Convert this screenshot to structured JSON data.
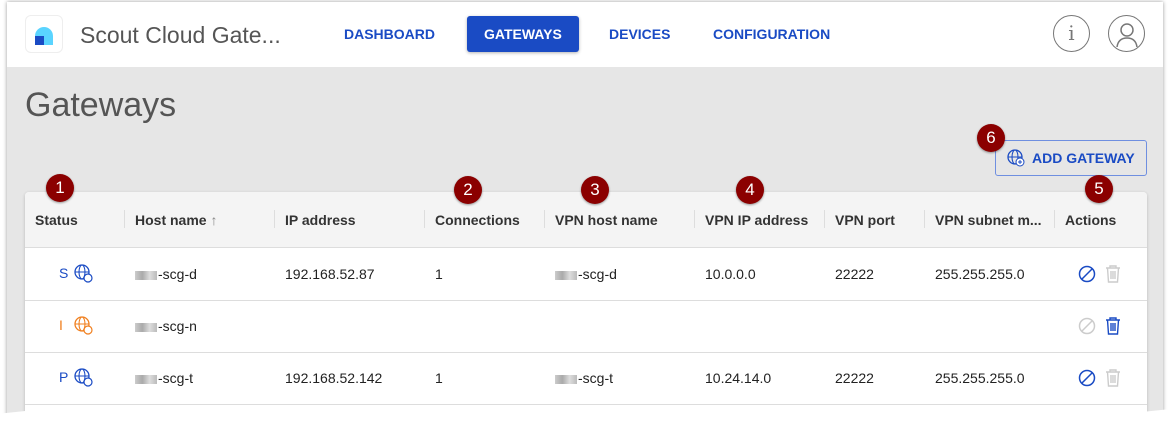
{
  "app": {
    "title": "Scout Cloud Gate..."
  },
  "nav": [
    {
      "label": "DASHBOARD"
    },
    {
      "label": "GATEWAYS"
    },
    {
      "label": "DEVICES"
    },
    {
      "label": "CONFIGURATION"
    }
  ],
  "header_icons": {
    "info": "i"
  },
  "page": {
    "title": "Gateways",
    "add_button": "ADD GATEWAY"
  },
  "badges": [
    "1",
    "2",
    "3",
    "4",
    "5",
    "6"
  ],
  "columns": [
    "Status",
    "Host name",
    "IP address",
    "Connections",
    "VPN host name",
    "VPN IP address",
    "VPN port",
    "VPN subnet m...",
    "Actions"
  ],
  "rows": [
    {
      "status": "S",
      "host": "-scg-d",
      "ip": "192.168.52.87",
      "connections": "1",
      "vpn_host": "-scg-d",
      "vpn_ip": "10.0.0.0",
      "vpn_port": "22222",
      "vpn_subnet": "255.255.255.0"
    },
    {
      "status": "I",
      "host": "-scg-n",
      "ip": "",
      "connections": "",
      "vpn_host": "",
      "vpn_ip": "",
      "vpn_port": "",
      "vpn_subnet": ""
    },
    {
      "status": "P",
      "host": "-scg-t",
      "ip": "192.168.52.142",
      "connections": "1",
      "vpn_host": "-scg-t",
      "vpn_ip": "10.24.14.0",
      "vpn_port": "22222",
      "vpn_subnet": "255.255.255.0"
    }
  ],
  "colors": {
    "accent": "#1a4bc4",
    "warning": "#f07f1e",
    "badge": "#8b0000"
  }
}
